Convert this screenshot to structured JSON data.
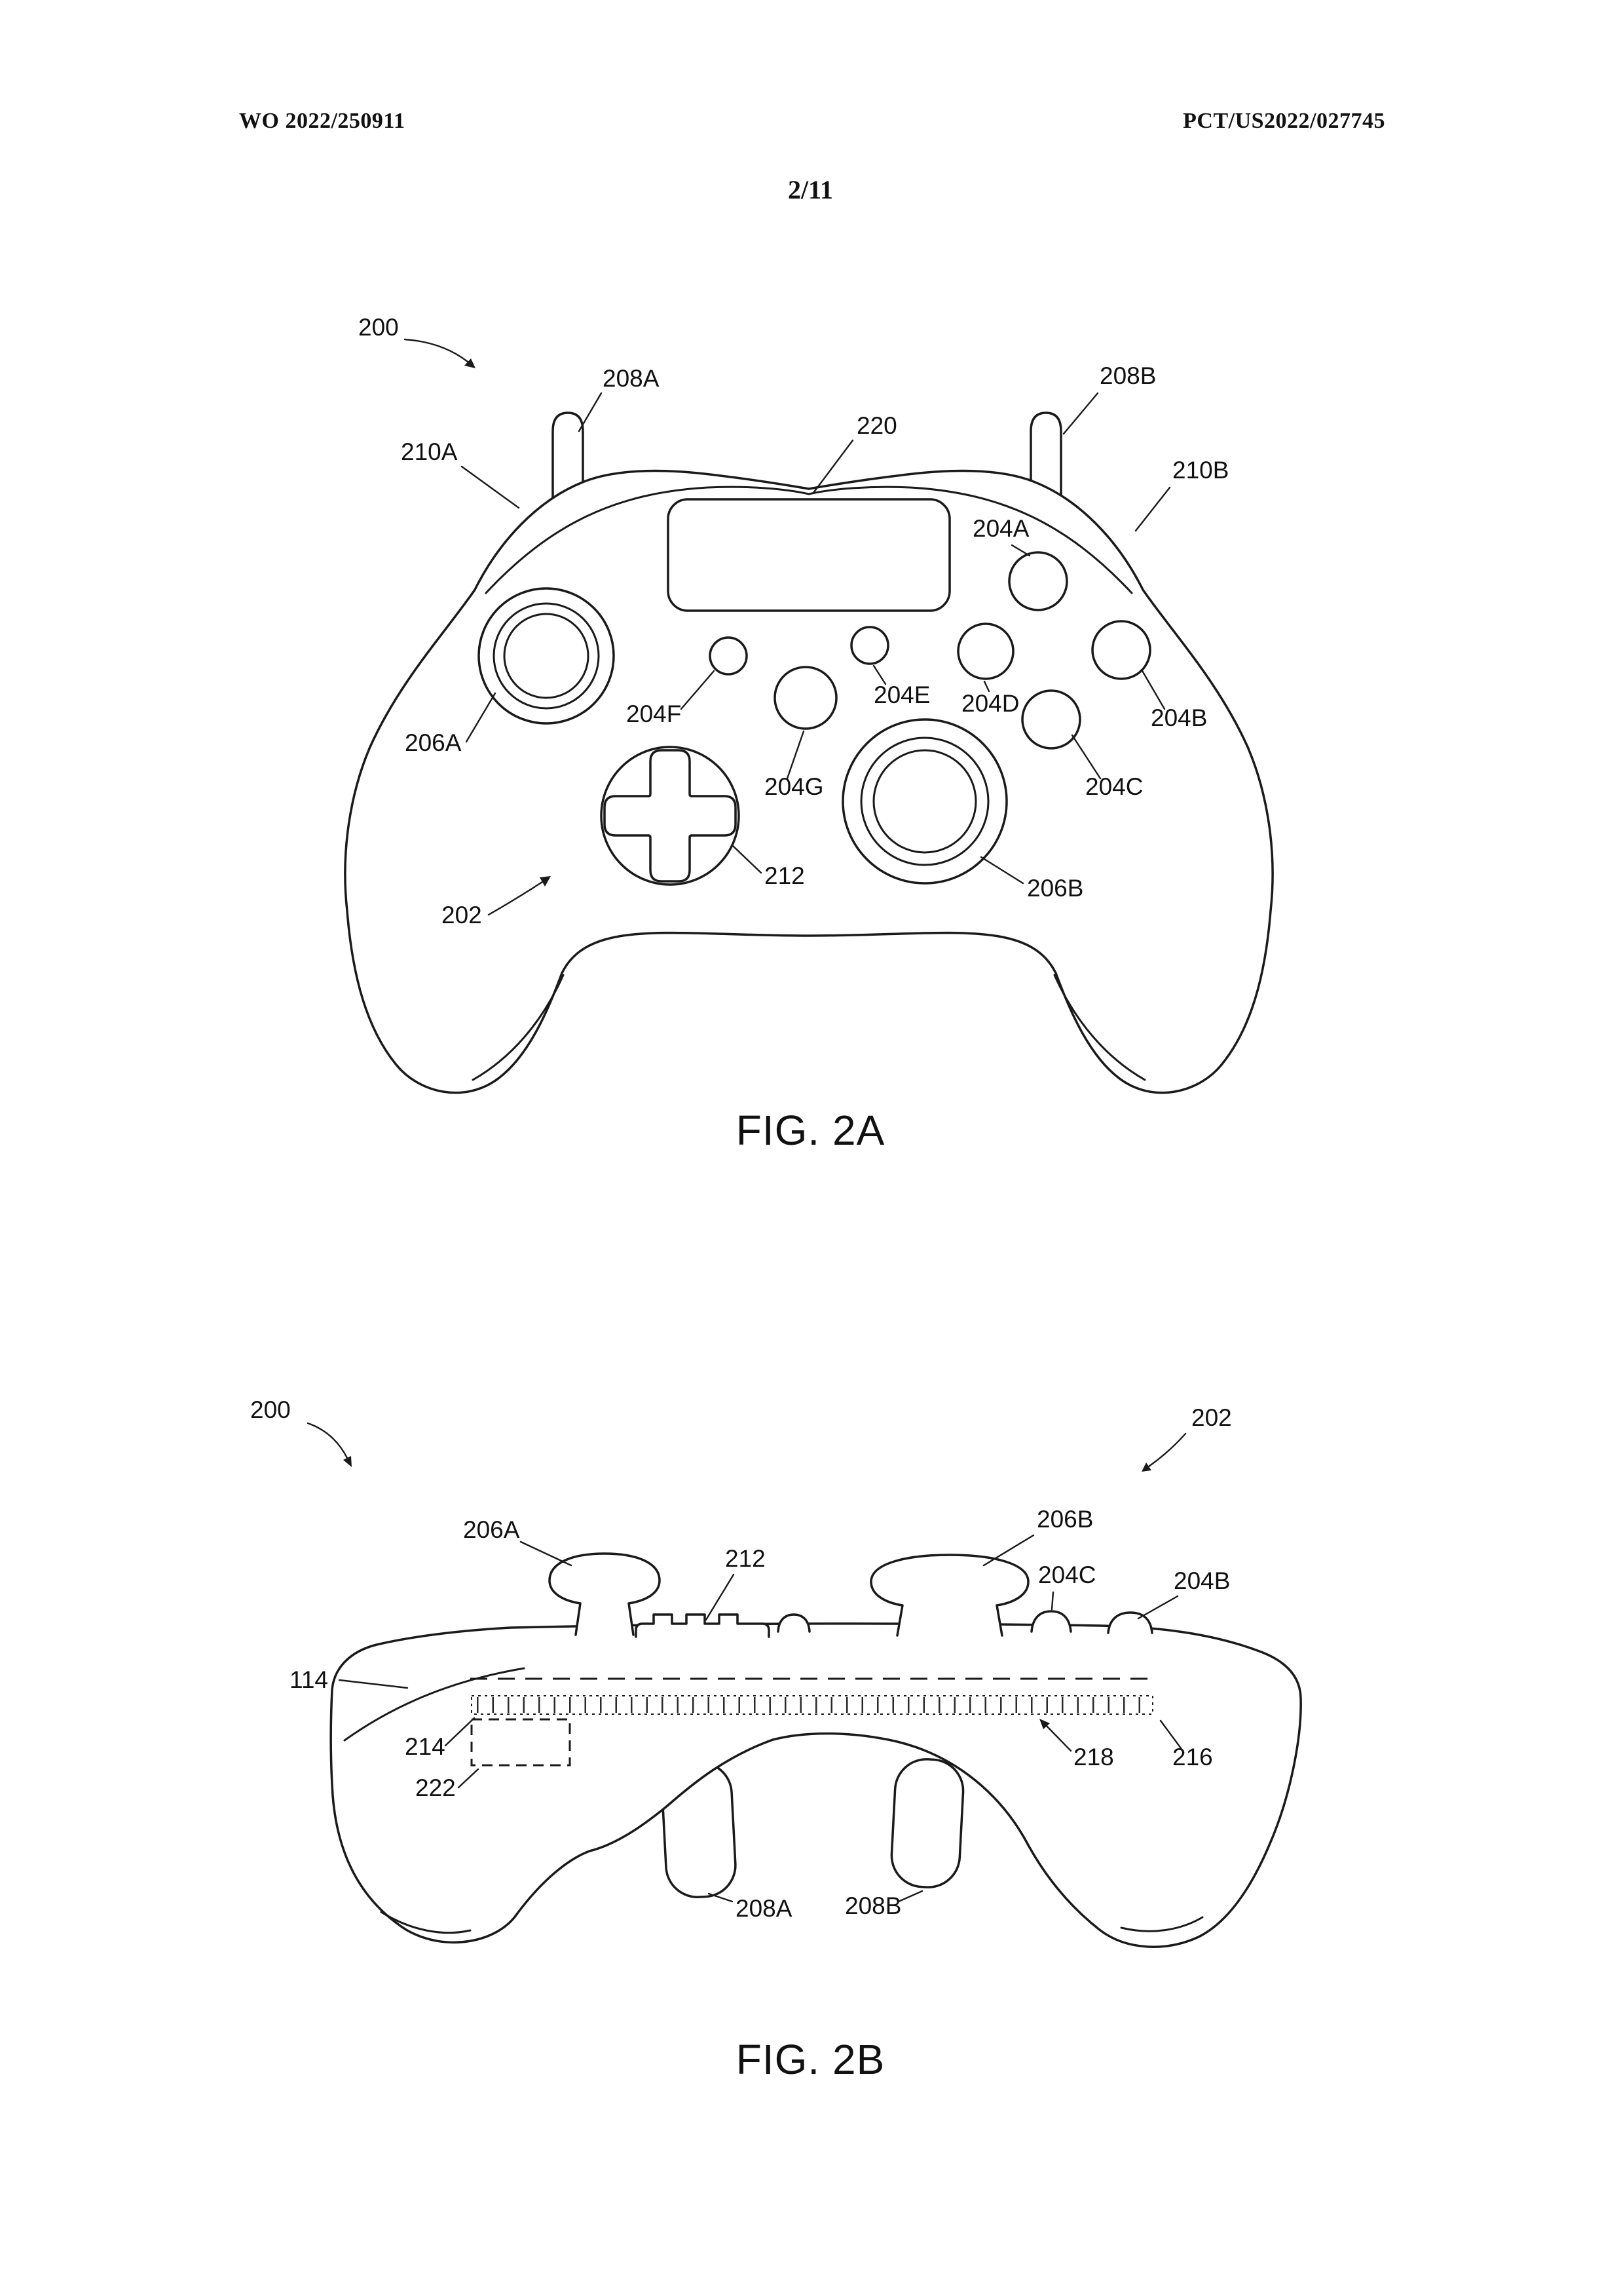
{
  "page": {
    "ink_color": "#1a1a1a",
    "paper_color": "#ffffff"
  },
  "header": {
    "publication_number": "WO 2022/250911",
    "application_number": "PCT/US2022/027745",
    "sheet_indicator": "2/11"
  },
  "fig2a": {
    "caption": "FIG. 2A",
    "refs": {
      "r200": "200",
      "r202": "202",
      "r204A": "204A",
      "r204B": "204B",
      "r204C": "204C",
      "r204D": "204D",
      "r204E": "204E",
      "r204F": "204F",
      "r204G": "204G",
      "r206A": "206A",
      "r206B": "206B",
      "r208A": "208A",
      "r208B": "208B",
      "r210A": "210A",
      "r210B": "210B",
      "r212": "212",
      "r220": "220"
    }
  },
  "fig2b": {
    "caption": "FIG. 2B",
    "refs": {
      "r114": "114",
      "r200": "200",
      "r202": "202",
      "r204B": "204B",
      "r204C": "204C",
      "r206A": "206A",
      "r206B": "206B",
      "r208A": "208A",
      "r208B": "208B",
      "r212": "212",
      "r214": "214",
      "r216": "216",
      "r218": "218",
      "r222": "222"
    }
  }
}
